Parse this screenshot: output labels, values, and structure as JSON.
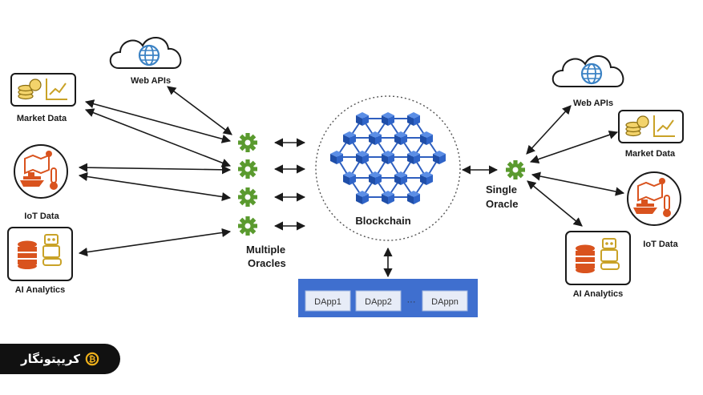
{
  "left": {
    "web_apis": "Web APIs",
    "market_data": "Market Data",
    "iot_data": "IoT Data",
    "ai_analytics": "AI Analytics",
    "oracles_line1": "Multiple",
    "oracles_line2": "Oracles"
  },
  "center": {
    "blockchain": "Blockchain",
    "dapps": [
      "DApp1",
      "DApp2",
      "···",
      "DAppn"
    ]
  },
  "right": {
    "web_apis": "Web APIs",
    "market_data": "Market Data",
    "iot_data": "IoT Data",
    "ai_analytics": "AI Analytics",
    "oracle_line1": "Single",
    "oracle_line2": "Oracle"
  },
  "brand": {
    "text": "کریپتونگار"
  },
  "colors": {
    "gear": "#5a9a2e",
    "cube": "#2f5fbf",
    "dapp_panel": "#3f6fcf",
    "icon_orange": "#d9531e",
    "icon_gold": "#c9a227",
    "globe": "#3b82c4"
  }
}
